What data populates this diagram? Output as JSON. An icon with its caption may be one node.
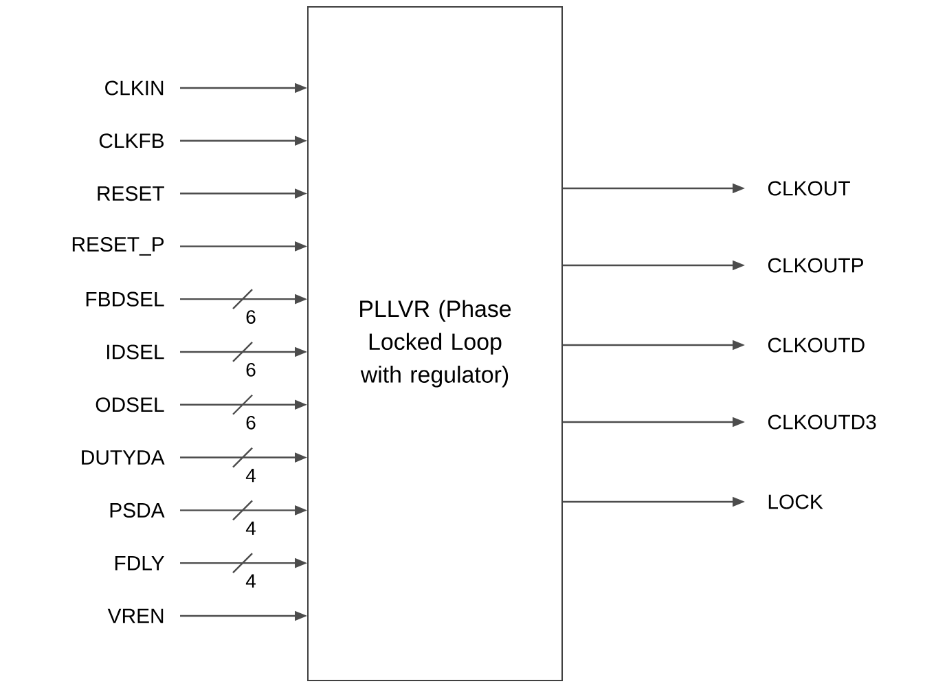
{
  "diagram": {
    "nodes": [
      {
        "text": [
          "PLLVR (Phase Locked Loop with regulator)"
        ]
      },
      {
        "text": [
          "CLKIN"
        ]
      },
      {
        "text": [
          "CLKFB"
        ]
      },
      {
        "text": [
          "RESET"
        ]
      },
      {
        "text": [
          "RESET_P"
        ]
      },
      {
        "text": [
          "FBDSEL"
        ]
      },
      {
        "text": [
          "IDSEL"
        ]
      },
      {
        "text": [
          "ODSEL"
        ]
      },
      {
        "text": [
          "DUTYDA"
        ]
      },
      {
        "text": [
          "PSDA"
        ]
      },
      {
        "text": [
          "FDLY"
        ]
      },
      {
        "text": [
          "VREN"
        ]
      },
      {
        "text": [
          "CLKOUT"
        ]
      },
      {
        "text": [
          "CLKOUTP"
        ]
      },
      {
        "text": [
          "CLKOUTD"
        ]
      },
      {
        "text": [
          "CLKOUTD3"
        ]
      },
      {
        "text": [
          "LOCK"
        ]
      }
    ],
    "edges": [
      {
        "from": 1,
        "to": 0,
        "arrow": "to"
      },
      {
        "from": 2,
        "to": 0,
        "arrow": "to"
      },
      {
        "from": 3,
        "to": 0,
        "arrow": "to"
      },
      {
        "from": 4,
        "to": 0,
        "arrow": "to"
      },
      {
        "from": 5,
        "to": 0,
        "arrow": "to",
        "label": "6"
      },
      {
        "from": 6,
        "to": 0,
        "arrow": "to",
        "label": "6"
      },
      {
        "from": 7,
        "to": 0,
        "arrow": "to",
        "label": "6"
      },
      {
        "from": 8,
        "to": 0,
        "arrow": "to",
        "label": "4"
      },
      {
        "from": 9,
        "to": 0,
        "arrow": "to",
        "label": "4"
      },
      {
        "from": 10,
        "to": 0,
        "arrow": "to",
        "label": "4"
      },
      {
        "from": 11,
        "to": 0,
        "arrow": "to"
      },
      {
        "from": 0,
        "to": 12,
        "arrow": "to"
      },
      {
        "from": 0,
        "to": 13,
        "arrow": "to"
      },
      {
        "from": 0,
        "to": 14,
        "arrow": "to"
      },
      {
        "from": 0,
        "to": 15,
        "arrow": "to"
      },
      {
        "from": 0,
        "to": 16,
        "arrow": "to"
      }
    ]
  }
}
